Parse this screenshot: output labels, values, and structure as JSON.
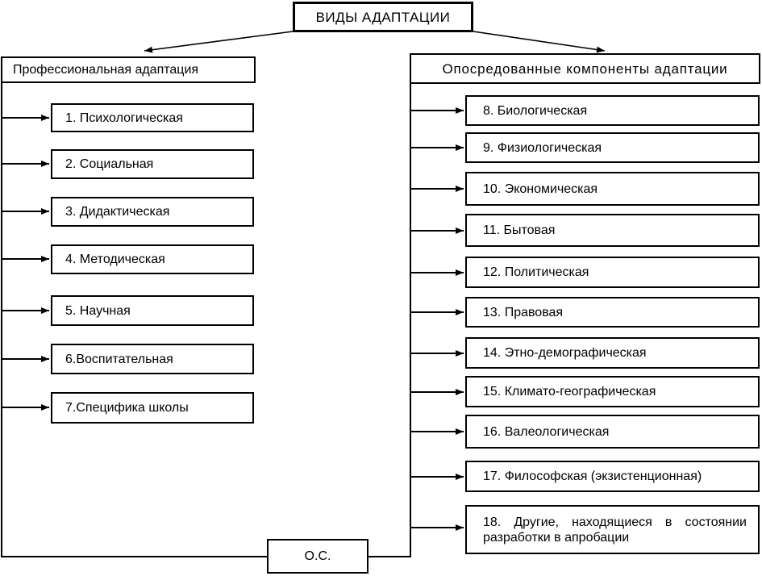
{
  "root": {
    "label": "ВИДЫ АДАПТАЦИИ"
  },
  "left": {
    "header": "Профессиональная адаптация",
    "items": [
      {
        "label": "1. Психологическая"
      },
      {
        "label": "2. Социальная"
      },
      {
        "label": "3. Дидактическая"
      },
      {
        "label": "4. Методическая"
      },
      {
        "label": "5. Научная"
      },
      {
        "label": "6.Воспитательная"
      },
      {
        "label": "7.Специфика школы"
      }
    ]
  },
  "right": {
    "header": "Опосредованные компоненты адаптации",
    "items": [
      {
        "label": "8. Биологическая"
      },
      {
        "label": "9. Физиологическая"
      },
      {
        "label": "10. Экономическая"
      },
      {
        "label": "11. Бытовая"
      },
      {
        "label": "12. Политическая"
      },
      {
        "label": "13. Правовая"
      },
      {
        "label": "14. Этно-демографическая"
      },
      {
        "label": "15. Климато-географическая"
      },
      {
        "label": "16. Валеологическая"
      },
      {
        "label": "17. Философская (экзистенционная)"
      },
      {
        "label": "18. Другие, находящиеся в состоянии разработки в апробации"
      }
    ]
  },
  "feedback": {
    "label": "О.С."
  },
  "colors": {
    "line": "#000000",
    "text": "#000000",
    "background": "#ffffff",
    "box_border": "#000000"
  }
}
